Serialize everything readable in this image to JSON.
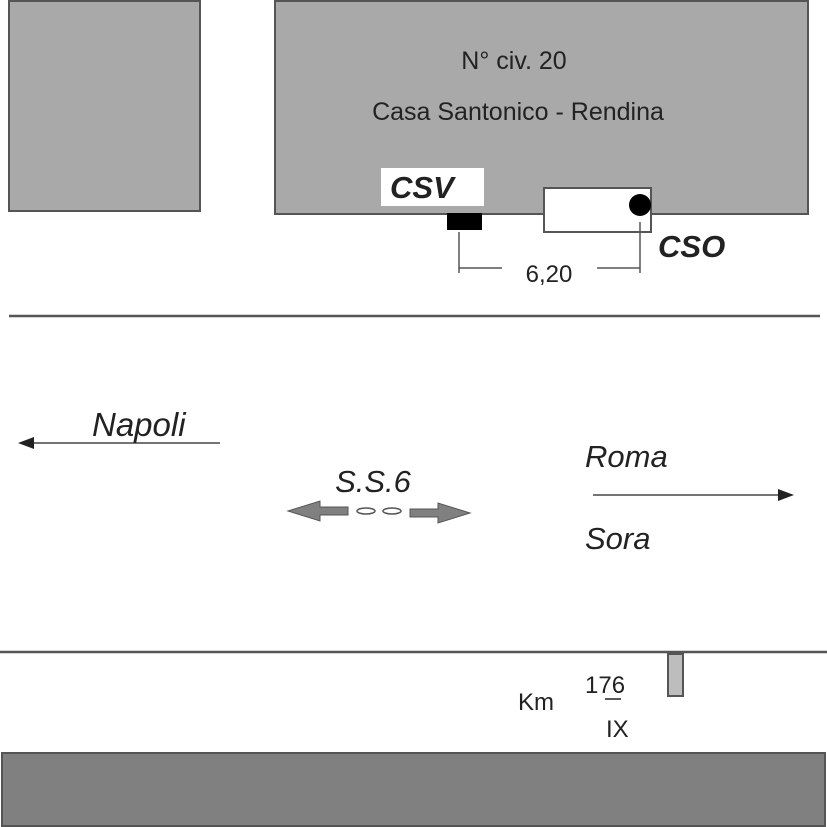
{
  "building": {
    "civic_number": "N° civ. 20",
    "house_name": "Casa Santonico - Rendina"
  },
  "labels": {
    "csv": "CSV",
    "cso": "CSO",
    "distance": "6,20"
  },
  "road": {
    "name": "S.S.6",
    "left_direction": "Napoli",
    "right_direction_1": "Roma",
    "right_direction_2": "Sora"
  },
  "milestone": {
    "km_label": "Km",
    "km_value": "176",
    "roman": "IX"
  },
  "colors": {
    "building_fill": "#a9a9a9",
    "dark_block_fill": "#808080",
    "line": "#555555",
    "ink": "#111111"
  }
}
